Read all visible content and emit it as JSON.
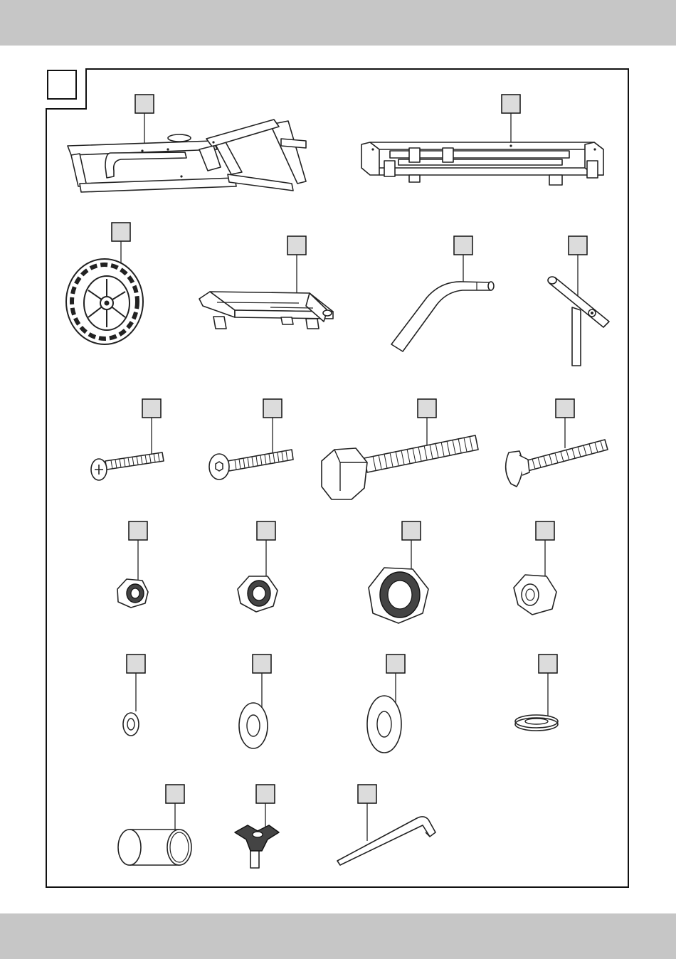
{
  "page": {
    "corner_label": ""
  },
  "parts": [
    {
      "name": "main-frame",
      "label": ""
    },
    {
      "name": "base-frame",
      "label": ""
    },
    {
      "name": "wheel",
      "label": ""
    },
    {
      "name": "slide-carriage",
      "label": ""
    },
    {
      "name": "bent-tube",
      "label": ""
    },
    {
      "name": "t-handle",
      "label": ""
    },
    {
      "name": "phillips-screw",
      "label": ""
    },
    {
      "name": "hex-socket-bolt",
      "label": ""
    },
    {
      "name": "large-hex-bolt",
      "label": ""
    },
    {
      "name": "carriage-bolt",
      "label": ""
    },
    {
      "name": "small-lock-nut",
      "label": ""
    },
    {
      "name": "medium-lock-nut",
      "label": ""
    },
    {
      "name": "large-lock-nut",
      "label": ""
    },
    {
      "name": "hex-nut",
      "label": ""
    },
    {
      "name": "small-washer",
      "label": ""
    },
    {
      "name": "medium-washer",
      "label": ""
    },
    {
      "name": "large-washer",
      "label": ""
    },
    {
      "name": "spring-washer",
      "label": ""
    },
    {
      "name": "spacer-sleeve",
      "label": ""
    },
    {
      "name": "star-knob",
      "label": ""
    },
    {
      "name": "allen-key",
      "label": ""
    }
  ]
}
